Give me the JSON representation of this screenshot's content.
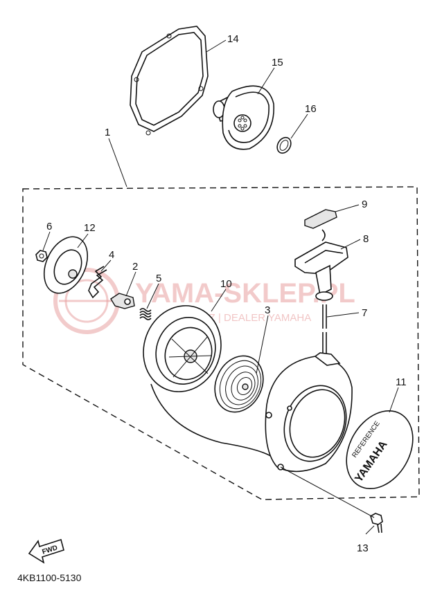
{
  "diagram": {
    "part_code": "4KB1100-5130",
    "callouts": [
      "1",
      "2",
      "3",
      "4",
      "5",
      "6",
      "7",
      "8",
      "9",
      "10",
      "11",
      "12",
      "13",
      "14",
      "15",
      "16"
    ],
    "fwd_label": "FWD",
    "emblem_text": "YAMAHA",
    "emblem_small_text": "REFERENCE",
    "watermark": {
      "title": "YAMA-SKLEP.PL",
      "subtitle": "ROWICZ | DEALER YAMAHA"
    }
  }
}
